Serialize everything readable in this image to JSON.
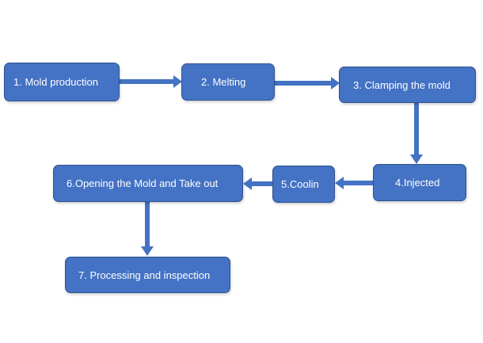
{
  "steps": [
    {
      "id": "s1",
      "label": "1. Mold production"
    },
    {
      "id": "s2",
      "label": "2.  Melting"
    },
    {
      "id": "s3",
      "label": "3.  Clamping the mold"
    },
    {
      "id": "s4",
      "label": "4.Injected"
    },
    {
      "id": "s5",
      "label": "5.Coolin"
    },
    {
      "id": "s6",
      "label": "6.Opening the Mold and Take out"
    },
    {
      "id": "s7",
      "label": "7.  Processing and inspection"
    }
  ],
  "flow": [
    {
      "from": "s1",
      "to": "s2"
    },
    {
      "from": "s2",
      "to": "s3"
    },
    {
      "from": "s3",
      "to": "s4"
    },
    {
      "from": "s4",
      "to": "s5"
    },
    {
      "from": "s5",
      "to": "s6"
    },
    {
      "from": "s6",
      "to": "s7"
    }
  ],
  "colors": {
    "box_fill": "#4472c4",
    "box_border": "#2f528f",
    "text": "#ffffff",
    "arrow": "#4472c4"
  }
}
